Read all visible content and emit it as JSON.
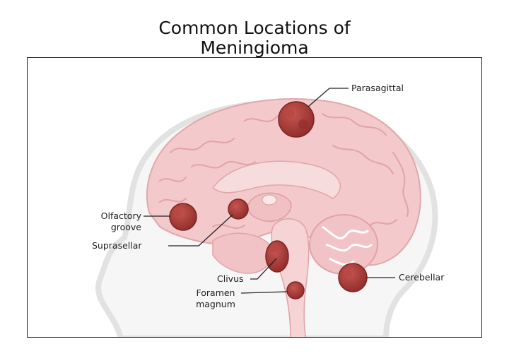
{
  "title_line1": "Common Locations of",
  "title_line2": "Meningioma",
  "labels": {
    "parasagittal": "Parasagittal",
    "olfactory_line1": "Olfactory",
    "olfactory_line2": "groove",
    "suprasellar": "Suprasellar",
    "clivus": "Clivus",
    "foramen_line1": "Foramen",
    "foramen_line2": "magnum",
    "cerebellar": "Cerebellar"
  },
  "colors": {
    "tumor": "#a83a35",
    "brain": "#f3c9cb",
    "head_outline": "#e6e6e6"
  }
}
